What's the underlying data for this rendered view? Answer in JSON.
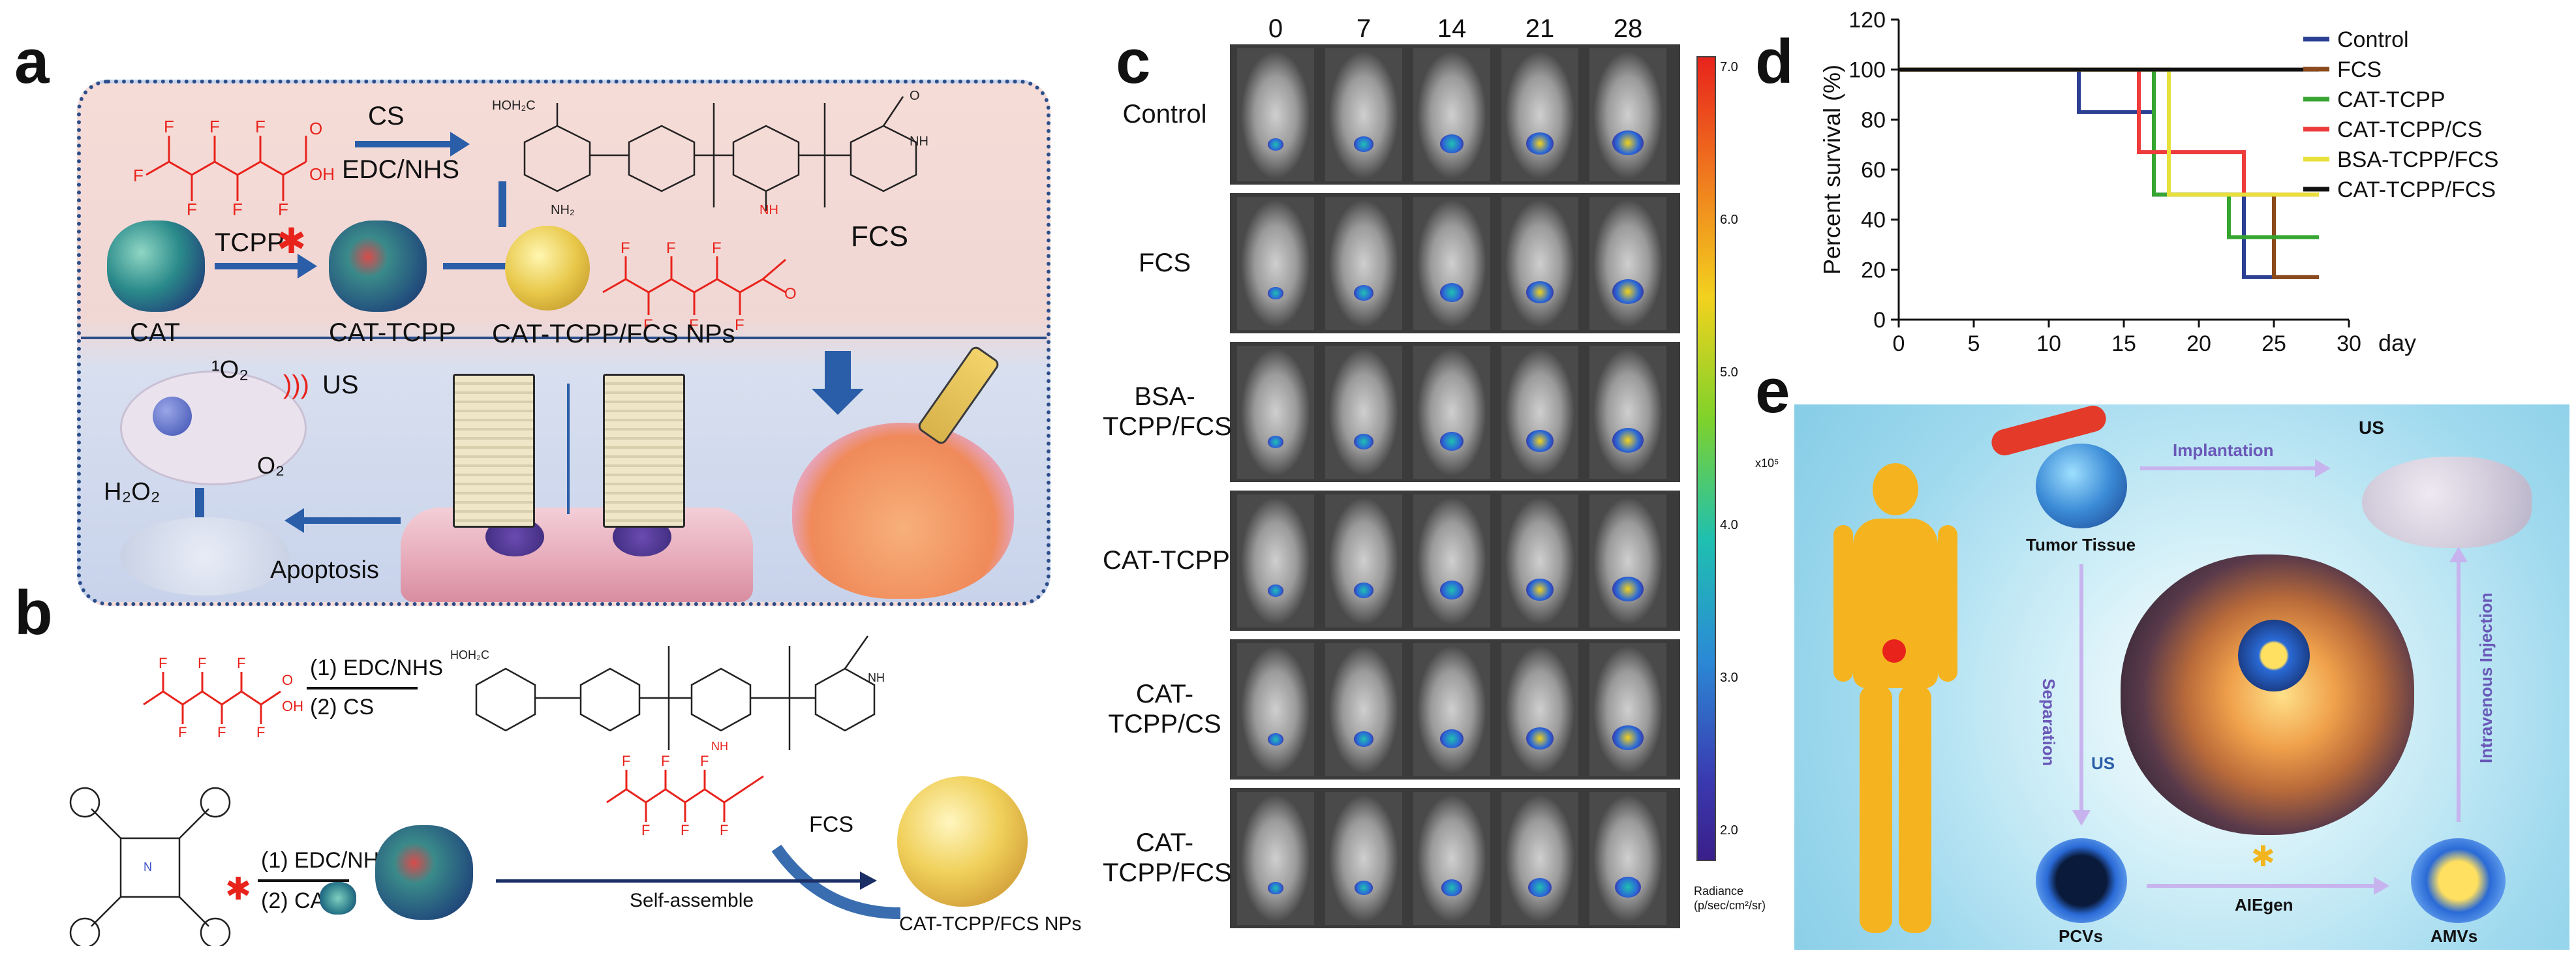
{
  "panel_a": {
    "letter": "a",
    "reagent_cs": "CS",
    "reagent_edc": "EDC/NHS",
    "tcpp": "TCPP",
    "cat": "CAT",
    "cat_tcpp": "CAT-TCPP",
    "nps": "CAT-TCPP/FCS NPs",
    "fcs": "FCS",
    "singlet_o2": "¹O₂",
    "us": "US",
    "o2": "O₂",
    "h2o2": "H₂O₂",
    "apoptosis": "Apoptosis"
  },
  "panel_b": {
    "letter": "b",
    "step1": "(1) EDC/NHS",
    "step2": "(2) CS",
    "step3": "(1) EDC/NHS",
    "step4": "(2) CAT",
    "fcs": "FCS",
    "self_assemble": "Self-assemble",
    "nps": "CAT-TCPP/FCS NPs"
  },
  "panel_c": {
    "letter": "c",
    "days": [
      "0",
      "7",
      "14",
      "21",
      "28"
    ],
    "rows": [
      "Control",
      "FCS",
      "BSA-\nTCPP/FCS",
      "CAT-TCPP",
      "CAT-\nTCPP/CS",
      "CAT-\nTCPP/FCS"
    ],
    "colorbar_ticks": [
      "7.0",
      "6.0",
      "5.0",
      "4.0",
      "3.0",
      "2.0"
    ],
    "colorbar_unit": "x10⁵",
    "colorbar_label": "Radiance\n(p/sec/cm²/sr)"
  },
  "panel_d": {
    "letter": "d",
    "chart_data": {
      "type": "line",
      "subtype": "kaplan-meier step",
      "ylabel": "Percent survival (%)",
      "xlabel": "day",
      "xlim": [
        0,
        30
      ],
      "ylim": [
        0,
        120
      ],
      "xticks": [
        "0",
        "5",
        "10",
        "15",
        "20",
        "25",
        "30"
      ],
      "yticks": [
        "0",
        "20",
        "40",
        "60",
        "80",
        "100",
        "120"
      ],
      "legend_position": "top-right",
      "series": [
        {
          "name": "Control",
          "color": "#2b3f93",
          "x": [
            0,
            12,
            16,
            17,
            23,
            28
          ],
          "y": [
            100,
            83,
            83,
            50,
            17,
            17
          ]
        },
        {
          "name": "FCS",
          "color": "#8b4a1c",
          "x": [
            0,
            17,
            18,
            25,
            28
          ],
          "y": [
            100,
            100,
            50,
            17,
            17
          ]
        },
        {
          "name": "CAT-TCPP",
          "color": "#37a532",
          "x": [
            0,
            16,
            17,
            22,
            23,
            28
          ],
          "y": [
            100,
            100,
            50,
            33,
            33,
            33
          ]
        },
        {
          "name": "CAT-TCPP/CS",
          "color": "#ee3b3b",
          "x": [
            0,
            12,
            16,
            18,
            23,
            28
          ],
          "y": [
            100,
            100,
            67,
            67,
            50,
            50
          ]
        },
        {
          "name": "BSA-TCPP/FCS",
          "color": "#e8e03a",
          "x": [
            0,
            18,
            28
          ],
          "y": [
            100,
            50,
            50
          ]
        },
        {
          "name": "CAT-TCPP/FCS",
          "color": "#111111",
          "x": [
            0,
            28
          ],
          "y": [
            100,
            100
          ]
        }
      ]
    }
  },
  "panel_e": {
    "letter": "e",
    "implantation": "Implantation",
    "us": "US",
    "tumor_tissue": "Tumor Tissue",
    "separation": "Separation",
    "intravenous_injection": "Intravenous Injection",
    "us_inner": "US",
    "pcvs": "PCVs",
    "aiegen": "AIEgen",
    "amvs": "AMVs"
  }
}
